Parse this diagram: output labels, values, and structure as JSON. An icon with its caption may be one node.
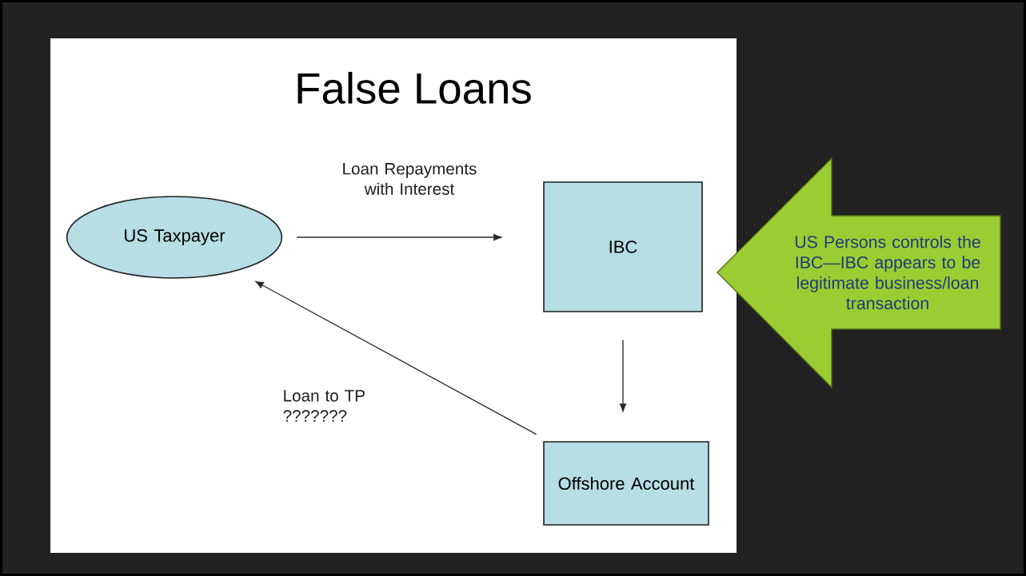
{
  "diagram": {
    "title": "False Loans",
    "nodes": [
      {
        "text": [
          "US Taxpayer"
        ]
      },
      {
        "text": [
          "IBC"
        ]
      },
      {
        "text": [
          "Offshore Account"
        ]
      },
      {
        "text": [
          "US Persons controls the IBC—IBC appears to be legitimate business/loan transaction"
        ]
      }
    ],
    "edges": [
      {
        "from": 0,
        "to": 1,
        "arrow": "to",
        "label": "Loan Repayments with Interest"
      },
      {
        "from": 1,
        "to": 2,
        "arrow": "to"
      },
      {
        "from": 2,
        "to": 0,
        "arrow": "to",
        "label": "Loan to TP ???????"
      }
    ]
  }
}
